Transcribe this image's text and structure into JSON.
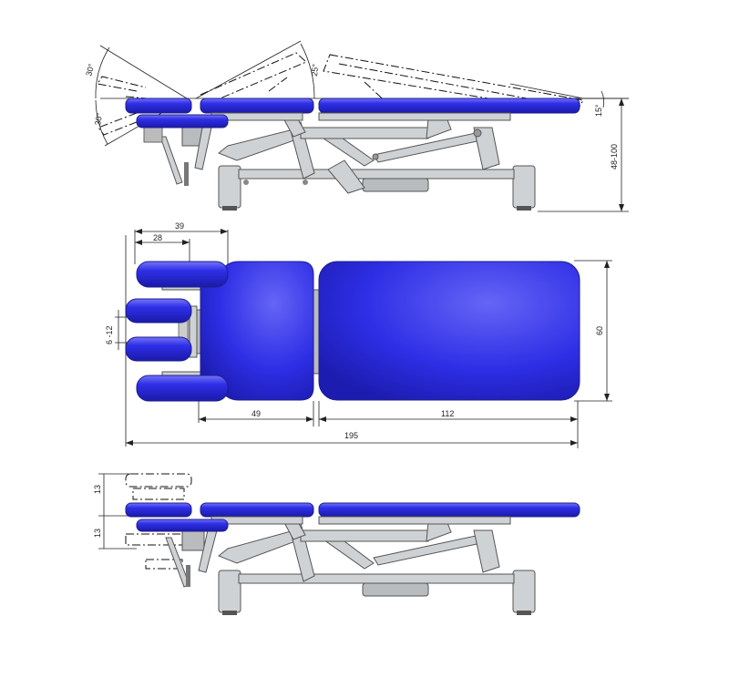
{
  "dimensions": {
    "height_range": "48-100",
    "angle_backrest": "25°",
    "angle_head_up": "30°",
    "angle_head_down": "30°",
    "angle_foot": "15°",
    "headrest_len_a": "39",
    "headrest_len_b": "28",
    "armrest_gap": "6 -12",
    "section_mid": "49",
    "section_main": "112",
    "overall_length": "195",
    "width": "60",
    "head_travel_up": "13",
    "head_travel_down": "13"
  },
  "colors": {
    "cushion": "#2a2ae6",
    "cushion_highlight": "#6f6ff5",
    "frame": "#cfd2d4"
  }
}
